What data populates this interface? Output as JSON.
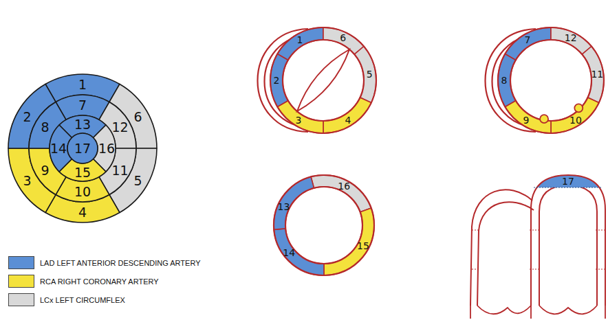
{
  "diagram": {
    "labels": [
      "1",
      "2",
      "3",
      "4",
      "5",
      "6",
      "7",
      "8",
      "9",
      "10",
      "11",
      "12",
      "13",
      "14",
      "15",
      "16",
      "17",
      "1",
      "2",
      "3",
      "4",
      "5",
      "6",
      "7",
      "8",
      "9",
      "10",
      "11",
      "12",
      "13",
      "14",
      "15",
      "16",
      "17"
    ],
    "legend": [
      {
        "text": "LAD LEFT ANTERIOR DESCENDING ARTERY",
        "color": "#5b8fd5"
      },
      {
        "text": "RCA RIGHT CORONARY ARTERY",
        "color": "#f4e23c"
      },
      {
        "text": "LCx LEFT CIRCUMFLEX",
        "color": "#d9d9d9"
      }
    ]
  }
}
